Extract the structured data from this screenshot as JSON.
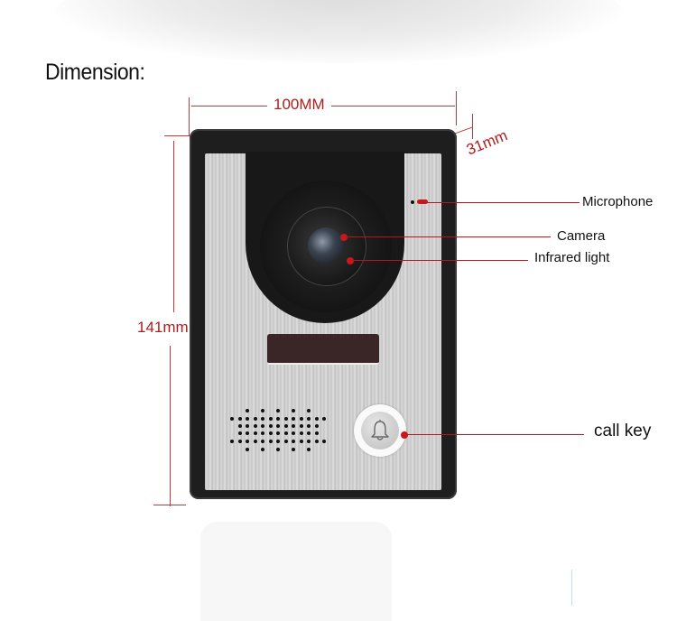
{
  "heading": "Dimension:",
  "dimensions": {
    "width": "100MM",
    "height": "141mm",
    "depth": "31mm"
  },
  "callouts": [
    {
      "id": "microphone",
      "label": "Microphone"
    },
    {
      "id": "camera",
      "label": "Camera"
    },
    {
      "id": "infrared",
      "label": "Infrared light"
    },
    {
      "id": "call-key",
      "label": "call key"
    }
  ],
  "colors": {
    "dimension_red": "#b01d1d",
    "callout_dot": "#c8181b",
    "device_frame": "#1e1e1e",
    "plate_metal": "#cfcfcf"
  }
}
